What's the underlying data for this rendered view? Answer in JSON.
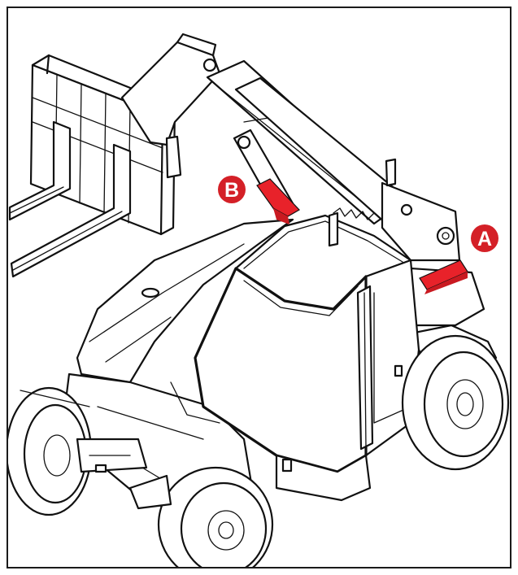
{
  "diagram": {
    "callouts": [
      {
        "id": "A",
        "label": "A"
      },
      {
        "id": "B",
        "label": "B"
      }
    ],
    "colors": {
      "highlight": "#e8222a",
      "callout_badge": "#d42027",
      "line": "#111111",
      "background": "#ffffff",
      "frame": "#1a1a1a"
    },
    "subject": "telehandler-illustration"
  }
}
